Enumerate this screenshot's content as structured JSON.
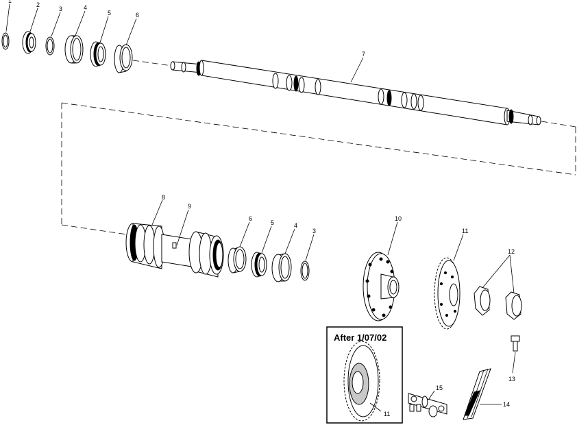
{
  "callouts": {
    "c1": "1",
    "c2": "2",
    "c3": "3",
    "c4a": "4",
    "c5a": "5",
    "c6a": "6",
    "c7": "7",
    "c8": "8",
    "c9": "9",
    "c6b": "6",
    "c5b": "5",
    "c4b": "4",
    "c3b": "3",
    "c10": "10",
    "c11a": "11",
    "c12": "12",
    "c13": "13",
    "c14": "14",
    "c15": "15",
    "c11b": "11"
  },
  "inset": {
    "title": "After 1/07/02"
  },
  "icons": [
    "o-ring",
    "bearing",
    "snap-ring",
    "bushing",
    "bearing",
    "seal",
    "shaft",
    "carrier-housing",
    "grease-fitting",
    "hub",
    "sprocket",
    "nut",
    "bolt",
    "chain",
    "master-link"
  ]
}
